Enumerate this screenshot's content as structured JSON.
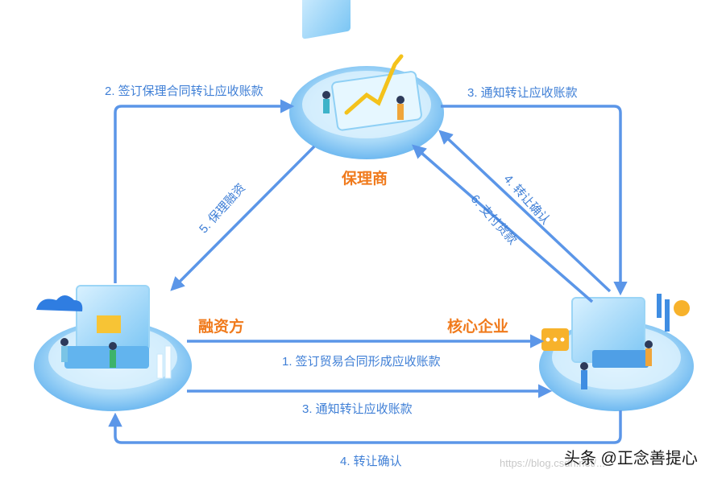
{
  "colors": {
    "arrow": "#5b96e8",
    "label": "#3f7fd6",
    "role": "#f07a1c",
    "platform": "#9ed2f6",
    "platform_edge": "#6fb8f0"
  },
  "roles": {
    "factor": "保理商",
    "financier": "融资方",
    "core": "核心企业"
  },
  "flows": {
    "f1": "1. 签订贸易合同形成应收账款",
    "f2": "2. 签订保理合同转让应收账款",
    "f3_top": "3. 通知转让应收账款",
    "f3_bottom": "3. 通知转让应收账款",
    "f4_diag": "4. 转让确认",
    "f4_bottom": "4. 转让确认",
    "f5": "5. 保理融资",
    "f6": "6. 支付货款"
  },
  "watermark": {
    "brand": "头条 @正念善提心",
    "url": "https://blog.csdn.net/..."
  }
}
